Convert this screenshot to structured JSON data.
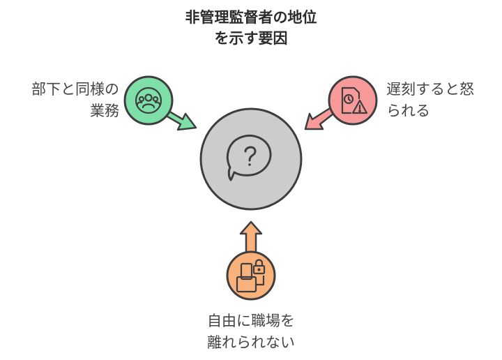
{
  "title": {
    "line1": "非管理監督者の地位",
    "line2": "を示す要因"
  },
  "center": {
    "icon": "question-speech-bubble-icon"
  },
  "factors": {
    "left": {
      "line1": "部下と同様の",
      "line2": "業務",
      "icon": "team-icon",
      "color": "#7ee0a8"
    },
    "right": {
      "line1": "遅刻すると怒",
      "line2": "られる",
      "icon": "clock-document-warning-icon",
      "color": "#f99a9a"
    },
    "bottom": {
      "line1": "自由に職場を",
      "line2": "離れられない",
      "icon": "locked-folder-icon",
      "color": "#f9b27c"
    }
  },
  "colors": {
    "center": "#cccccc",
    "stroke": "#3d3d3d"
  }
}
